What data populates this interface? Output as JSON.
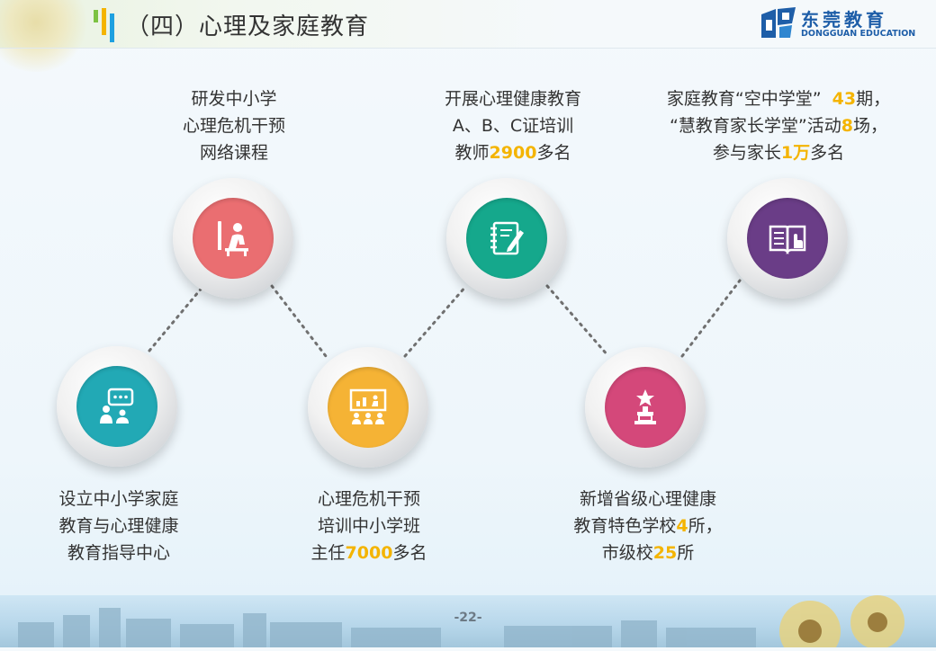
{
  "header": {
    "title": "（四）心理及家庭教育"
  },
  "logo": {
    "cn": "东莞教育",
    "en": "DONGGUAN EDUCATION"
  },
  "items": [
    {
      "lines": [
        "设立中小学家庭",
        "教育与心理健康",
        "教育指导中心"
      ],
      "icon": "consult-icon",
      "color": "#22a9b5"
    },
    {
      "lines": [
        "研发中小学",
        "心理危机干预",
        "网络课程"
      ],
      "icon": "online-course-icon",
      "color": "#ea6e71"
    },
    {
      "lines": [
        "心理危机干预"
      ],
      "pre2": "培训中小学班",
      "pre3": "主任",
      "hl3": "7000",
      "post3": "多名",
      "icon": "training-icon",
      "color": "#f5b335"
    },
    {
      "line1": "开展心理健康教育",
      "line2": "A、B、C证培训",
      "pre3": "教师",
      "hl3": "2900",
      "post3": "多名",
      "icon": "certificate-icon",
      "color": "#15a88c"
    },
    {
      "line1": "新增省级心理健康",
      "pre2": "教育特色学校",
      "hl2": "4",
      "post2": "所，",
      "pre3": "市级校",
      "hl3": "25",
      "post3": "所",
      "icon": "award-icon",
      "color": "#d4487a"
    },
    {
      "pre1": "家庭教育“空中学堂”",
      "hl1": "43",
      "post1": "期，",
      "pre2": "“慧教育家长学堂”活动",
      "hl2": "8",
      "post2": "场，",
      "pre3": "参与家长",
      "hl3": "1万",
      "post3": "多名",
      "icon": "book-icon",
      "color": "#6a3d87"
    }
  ],
  "footer": {
    "page": "-22-"
  }
}
